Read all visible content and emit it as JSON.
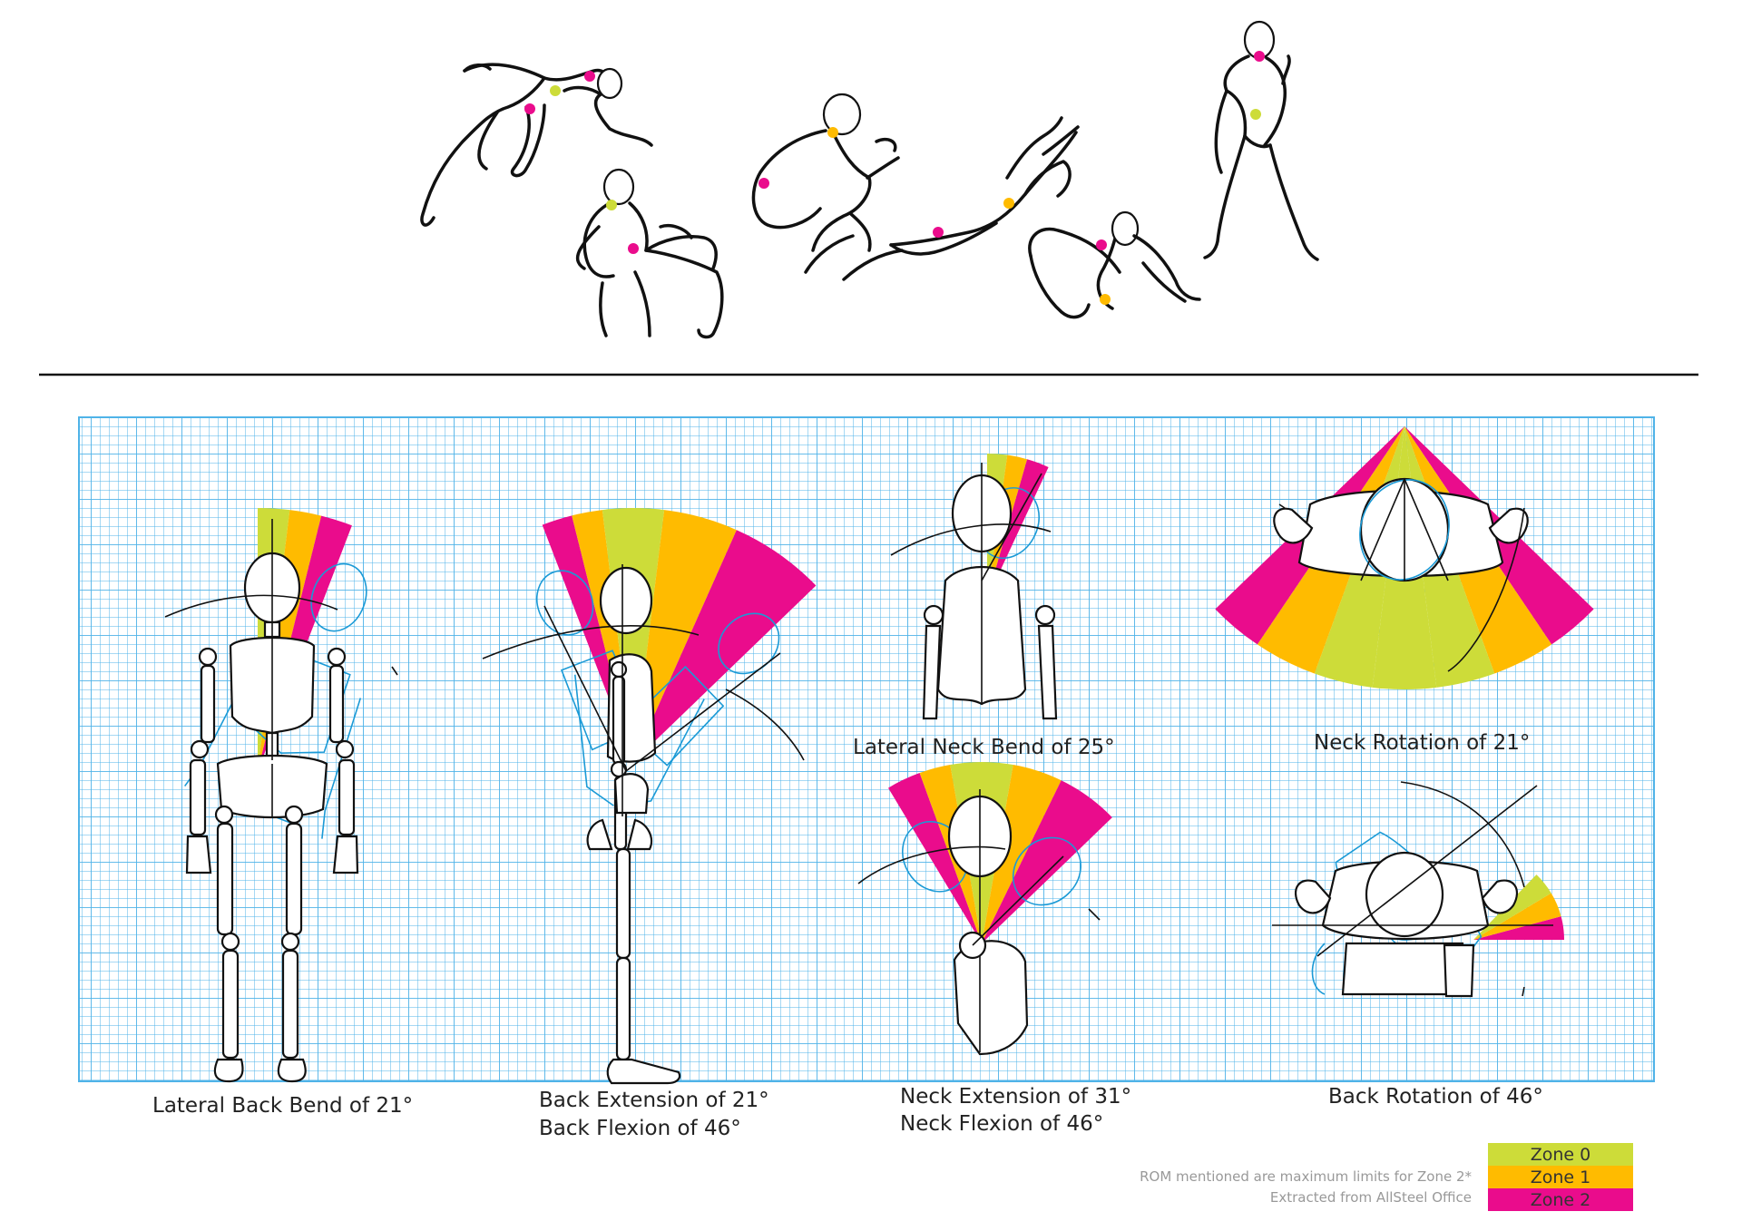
{
  "colors": {
    "zone0": "#cddc39",
    "zone1": "#ffbb00",
    "zone2": "#ea0c8c",
    "grid": "#4fb3e8",
    "outline": "#111111",
    "ghost": "#1b9ad6"
  },
  "icons": [
    "sketch-figure-icon",
    "mannequin-figure-icon"
  ],
  "captions": {
    "lateral_back_bend": "Lateral Back Bend of 21°",
    "back_extension": "Back Extension of 21°",
    "back_flexion": "Back Flexion of 46°",
    "lateral_neck_bend": "Lateral Neck Bend of 25°",
    "neck_rotation": "Neck Rotation of 21°",
    "neck_extension": "Neck Extension of 31°",
    "neck_flexion": "Neck Flexion of 46°",
    "back_rotation": "Back Rotation of 46°"
  },
  "notes": {
    "rom": "ROM mentioned are maximum limits for Zone 2*",
    "source": "Extracted from AllSteel Office"
  },
  "legend": [
    {
      "label": "Zone 0"
    },
    {
      "label": "Zone 1"
    },
    {
      "label": "Zone 2"
    }
  ]
}
